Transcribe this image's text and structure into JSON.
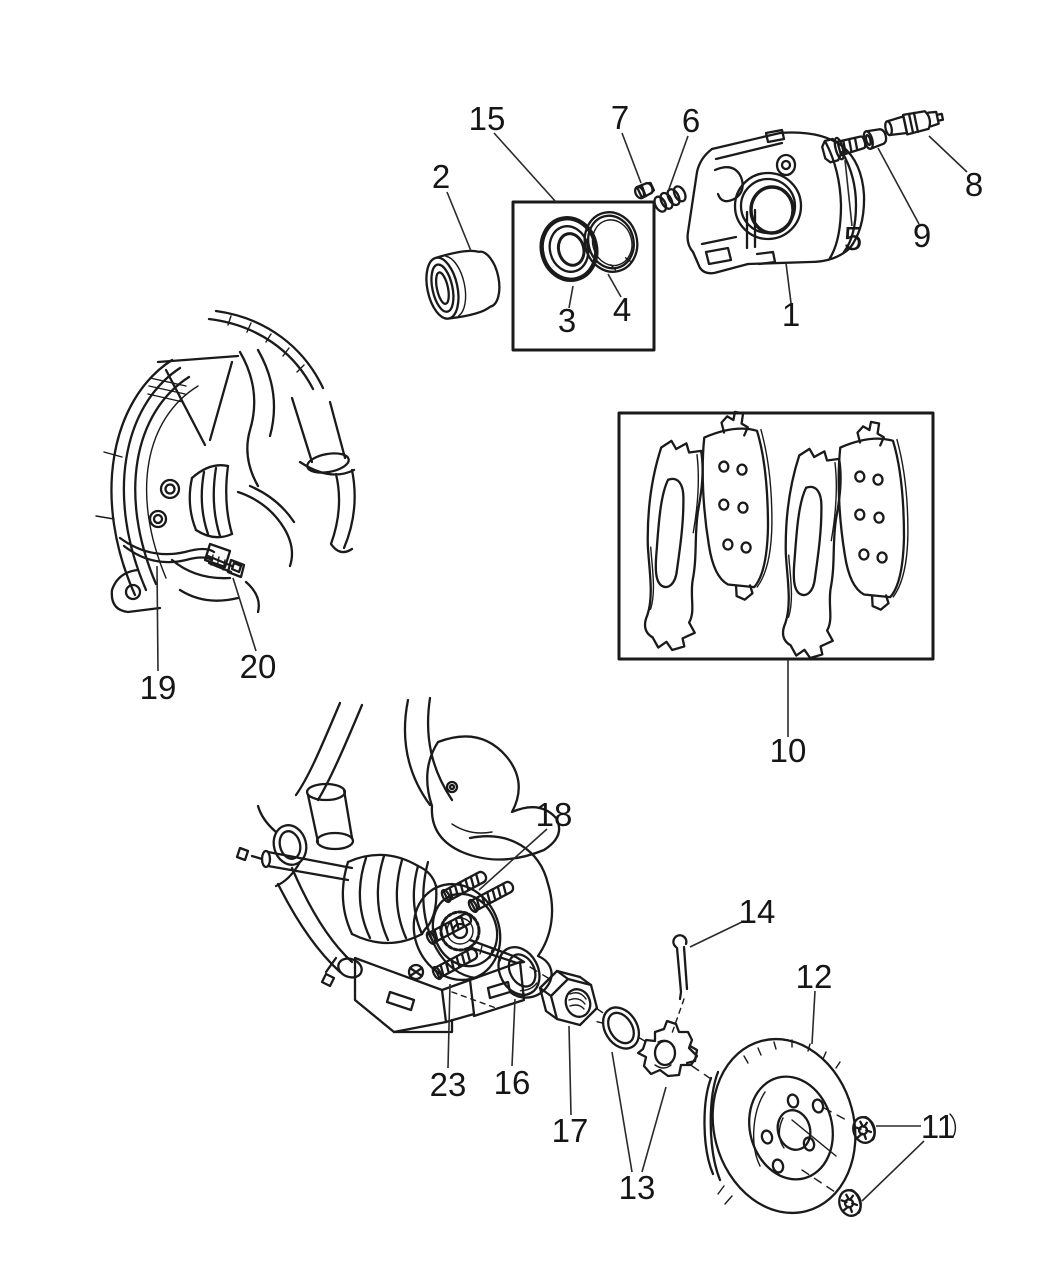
{
  "colors": {
    "background": "#ffffff",
    "line": "#1a1a1a",
    "label": "#161616"
  },
  "callouts": {
    "c1": {
      "label": "1"
    },
    "c2": {
      "label": "2"
    },
    "c3": {
      "label": "3"
    },
    "c4": {
      "label": "4"
    },
    "c5": {
      "label": "5"
    },
    "c6": {
      "label": "6"
    },
    "c7": {
      "label": "7"
    },
    "c8": {
      "label": "8"
    },
    "c9": {
      "label": "9"
    },
    "c10": {
      "label": "10"
    },
    "c11": {
      "label": "11"
    },
    "c12": {
      "label": "12"
    },
    "c13": {
      "label": "13"
    },
    "c14": {
      "label": "14"
    },
    "c15": {
      "label": "15"
    },
    "c16": {
      "label": "16"
    },
    "c17": {
      "label": "17"
    },
    "c18": {
      "label": "18"
    },
    "c19": {
      "label": "19"
    },
    "c20": {
      "label": "20"
    },
    "c23": {
      "label": "23"
    }
  }
}
